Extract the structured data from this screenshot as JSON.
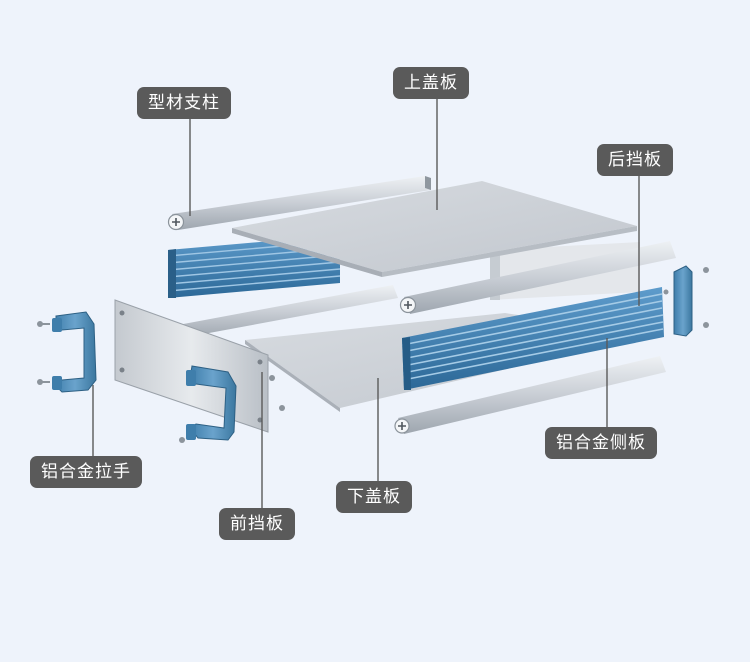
{
  "labels": {
    "profile_post": "型材支柱",
    "top_cover": "上盖板",
    "rear_panel": "后挡板",
    "aluminum_handle": "铝合金拉手",
    "front_panel": "前挡板",
    "bottom_cover": "下盖板",
    "aluminum_side_panel": "铝合金侧板"
  },
  "colors": {
    "background": "#eef3fb",
    "label_bg": "#5a5a5a",
    "label_text": "#ffffff",
    "heatsink_blue": "#3f82b4",
    "handle_blue": "#4e8db9",
    "aluminum": "#cfd4da"
  }
}
